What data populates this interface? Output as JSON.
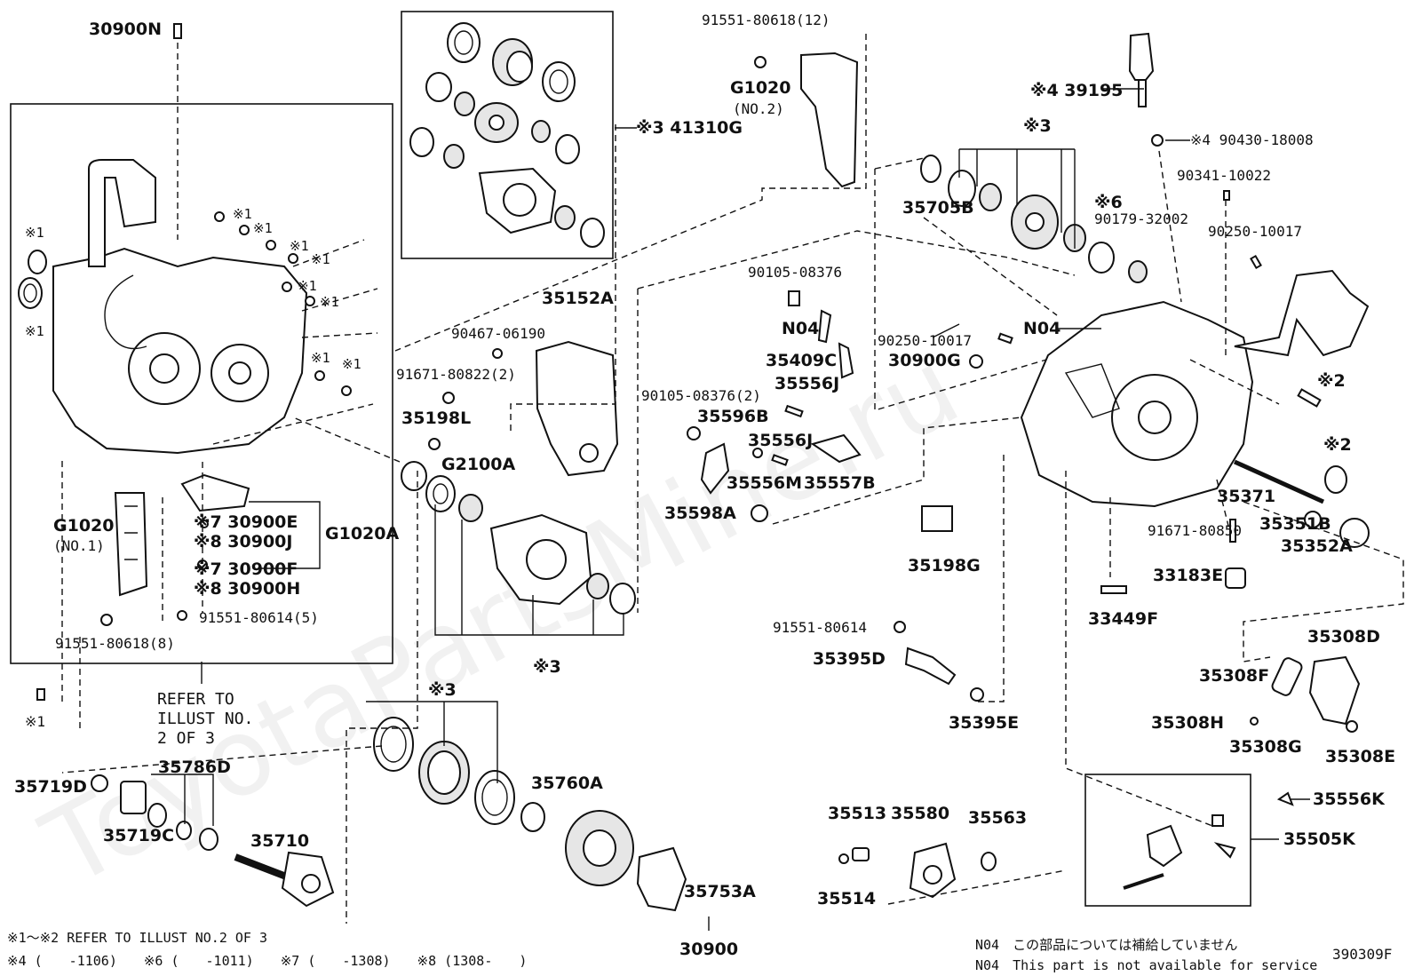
{
  "watermark": "ToyotaPartsMine.ru",
  "diagram_id": "390309F",
  "footer": {
    "note1": "※1～※2 REFER TO ILLUST NO.2 OF 3",
    "note2": "※4 (　　-1106)　　※6 (　　-1011)　　※7 (　　-1308)　　※8 (1308-　　)",
    "main_part": "30900",
    "n04_jp": "N04　この部品については補給していません",
    "n04_en": "N04　This part is not available for service"
  },
  "refer": [
    "REFER TO",
    "ILLUST NO.",
    "2 OF 3"
  ],
  "labels": {
    "p30900N": "30900N",
    "p41310G": "※3 41310G",
    "p91551_80618_12": "91551-80618(12)",
    "pG1020_2": "G1020",
    "pG1020_2_sub": "(NO.2)",
    "p39195": "※4 39195",
    "p90430": "※4 90430-18008",
    "p90341": "90341-10022",
    "p90250_a": "90250-10017",
    "p35705B": "35705B",
    "p90179": "90179-32002",
    "m6": "※6",
    "m3_top": "※3",
    "p35152A": "35152A",
    "p90467": "90467-06190",
    "p91671_80822": "91671-80822(2)",
    "p35198L": "35198L",
    "pG2100A": "G2100A",
    "p90105_a": "90105-08376",
    "pN04_a": "N04",
    "p35409C": "35409C",
    "p35556J_a": "35556J",
    "p90105_b": "90105-08376(2)",
    "p35596B": "35596B",
    "p35556J_b": "35556J",
    "p35556M": "35556M",
    "p35557B": "35557B",
    "p35598A": "35598A",
    "pN04_b": "N04",
    "p90250_b": "90250-10017",
    "p30900G": "30900G",
    "m2_a": "※2",
    "m2_b": "※2",
    "p35371": "35371",
    "p35351B": "35351B",
    "p35352A": "35352A",
    "p91671_80850": "91671-80850",
    "p33183E": "33183E",
    "p33449F": "33449F",
    "p35198G": "35198G",
    "p91551_80614": "91551-80614",
    "p35395D": "35395D",
    "p35395E": "35395E",
    "p35308D": "35308D",
    "p35308F": "35308F",
    "p35308H": "35308H",
    "p35308G": "35308G",
    "p35308E": "35308E",
    "p35556K": "35556K",
    "p35505K": "35505K",
    "p35513": "35513",
    "p35580": "35580",
    "p35563": "35563",
    "p35514": "35514",
    "p35760A": "35760A",
    "p35753A": "35753A",
    "m3_mid": "※3",
    "m3_bot": "※3",
    "p35719D": "35719D",
    "p35786D": "35786D",
    "p35719C": "35719C",
    "p35710": "35710",
    "pG1020_1": "G1020",
    "pG1020_1_sub": "(NO.1)",
    "p30900E": "※7 30900E",
    "p30900J": "※8 30900J",
    "p30900F": "※7 30900F",
    "p30900H": "※8 30900H",
    "pG1020A": "G1020A",
    "p91551_80614_5": "91551-80614(5)",
    "p91551_80618_8": "91551-80618(8)",
    "m1": "※1"
  }
}
